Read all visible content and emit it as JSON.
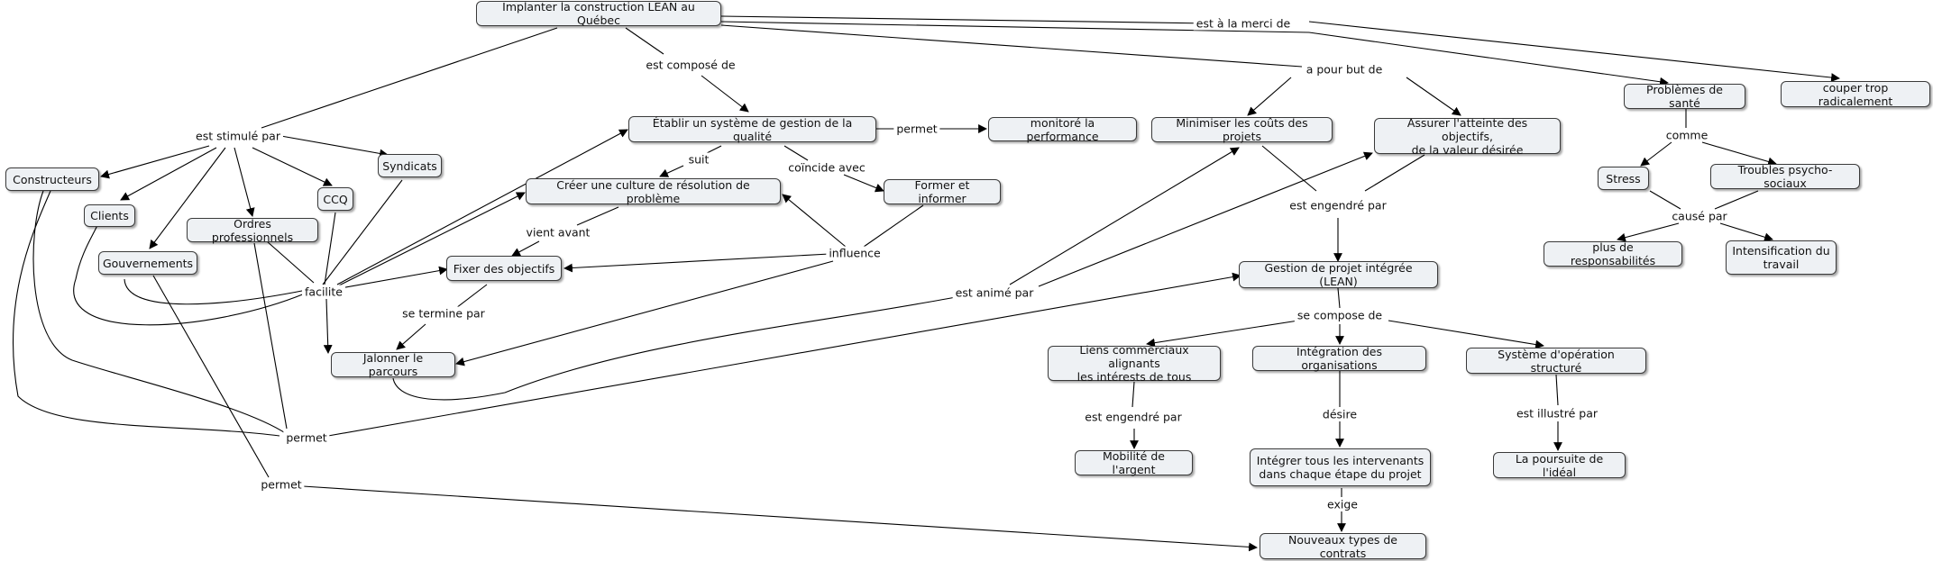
{
  "nodes": {
    "root": "Implanter la construction LEAN au Québec",
    "etablir": "Établir un système de gestion de la qualité",
    "monitore": "monitoré la performance",
    "minimiser": "Minimiser les coûts des projets",
    "assurer": "Assurer l'atteinte des objectifs,\nde la valeur désirée",
    "problemes": "Problèmes de santé",
    "couper": "couper trop radicalement",
    "constructeurs": "Constructeurs",
    "syndicats": "Syndicats",
    "creer": "Créer une culture de résolution de problème",
    "former": "Former et informer",
    "ccq": "CCQ",
    "clients": "Clients",
    "ordres": "Ordres professionnels",
    "gouvernements": "Gouvernements",
    "fixer": "Fixer des objectifs",
    "jalonner": "Jalonner le parcours",
    "stress": "Stress",
    "troubles": "Troubles psycho-sociaux",
    "plusresp": "plus de responsabilités",
    "intensification": "Intensification du\ntravail",
    "gestion": "Gestion de projet intégrée (LEAN)",
    "liens": "Liens commerciaux alignants\nles intérests de tous",
    "integration": "Intégration des organisations",
    "systeme": "Système d'opération structuré",
    "mobilite": "Mobilité de l'argent",
    "integrer": "Intégrer tous les intervenants\ndans chaque étape du projet",
    "poursuite": "La poursuite de l'idéal",
    "contrats": "Nouveaux types de contrats"
  },
  "labels": {
    "est_merci": "est à la merci de",
    "compose": "est composé de",
    "but": "a pour but de",
    "stimule": "est stimulé par",
    "permet1": "permet",
    "suit": "suit",
    "coincide": "coïncide avec",
    "comme": "comme",
    "engendre1": "est engendré par",
    "cause": "causé par",
    "vient": "vient avant",
    "influence": "influence",
    "facilite": "facilite",
    "anime": "est animé par",
    "termine": "se termine par",
    "se_compose": "se compose de",
    "engendre2": "est engendré par",
    "desire": "désire",
    "illustre": "est illustré par",
    "permet2": "permet",
    "permet3": "permet",
    "exige": "exige"
  }
}
